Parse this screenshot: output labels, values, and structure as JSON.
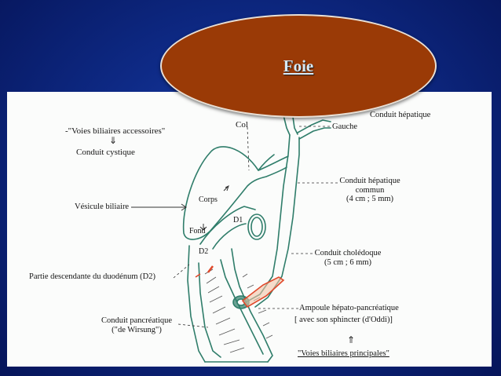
{
  "slide": {
    "title": "Foie",
    "colors": {
      "background": "#0e2a86",
      "title_oval": "#9a3a06",
      "title_text": "#d6e9f7",
      "diagram_line": "#2f7d6a"
    }
  },
  "diagram": {
    "labels": {
      "voies_accessoires": "-\"Voies biliaires accessoires\"",
      "arrow_down_accessoires": "⇓",
      "conduit_cystique": "Conduit cystique",
      "vesicule_biliaire": "Vésicule biliaire",
      "partie_descendante": "Partie descendante du duodénum (D2)",
      "conduit_pancreatique_l1": "Conduit pancréatique",
      "conduit_pancreatique_l2": "(\"de Wirsung\")",
      "col": "Col",
      "gauche": "Gauche",
      "conduit_hepatique": "Conduit hépatique",
      "conduit_hepatique_commun_l1": "Conduit hépatique",
      "conduit_hepatique_commun_l2": "commun",
      "conduit_hepatique_commun_l3": "(4 cm ; 5 mm)",
      "conduit_choledoque_l1": "Conduit cholédoque",
      "conduit_choledoque_l2": "(5 cm ; 6 mm)",
      "ampoule_l1": "Ampoule hépato-pancréatique",
      "ampoule_l2": "[ avec son sphincter (d'Oddi)]",
      "arrow_up_principales": "⇑",
      "voies_principales": "\"Voies biliaires principales\"",
      "corps": "Corps",
      "fond": "Fond",
      "d1": "D1",
      "d2": "D2"
    }
  }
}
